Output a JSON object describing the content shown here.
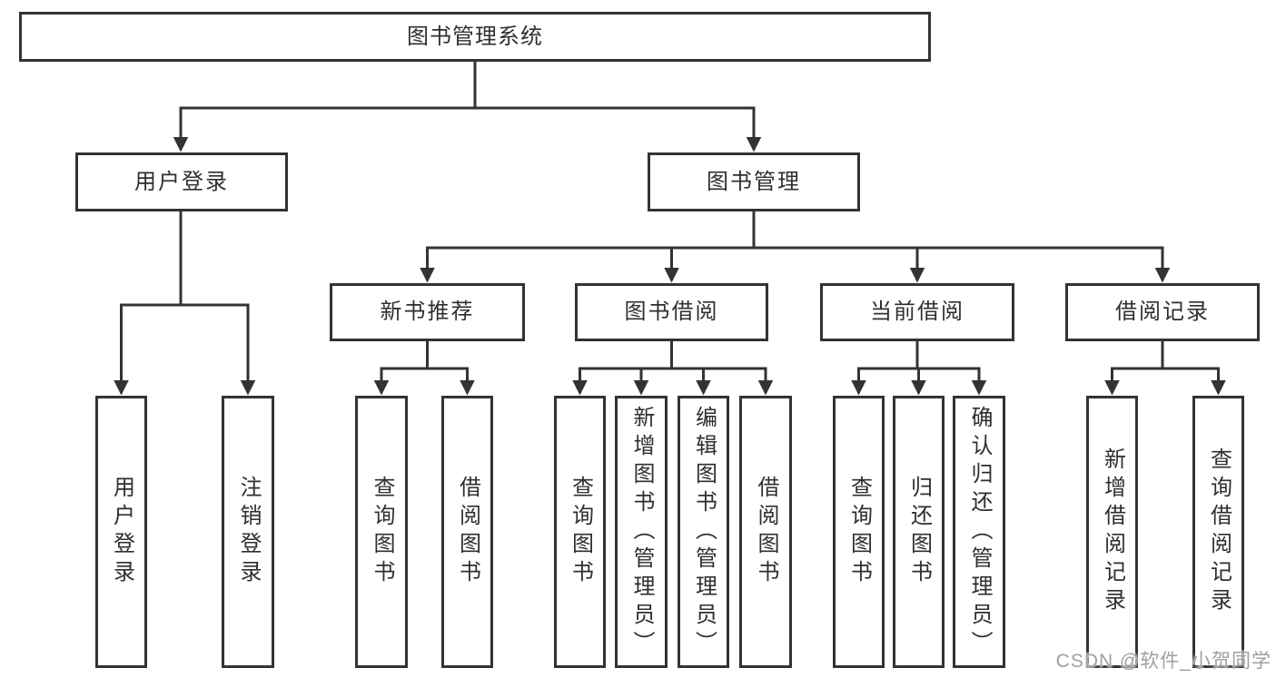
{
  "tree": {
    "root": {
      "label": "图书管理系统",
      "children": [
        {
          "label": "用户登录",
          "children": [
            {
              "label": "用户登录"
            },
            {
              "label": "注销登录"
            }
          ]
        },
        {
          "label": "图书管理",
          "children": [
            {
              "label": "新书推荐",
              "children": [
                {
                  "label": "查询图书"
                },
                {
                  "label": "借阅图书"
                }
              ]
            },
            {
              "label": "图书借阅",
              "children": [
                {
                  "label": "查询图书"
                },
                {
                  "label": "新增图书（管理员）"
                },
                {
                  "label": "编辑图书（管理员）"
                },
                {
                  "label": "借阅图书"
                }
              ]
            },
            {
              "label": "当前借阅",
              "children": [
                {
                  "label": "查询图书"
                },
                {
                  "label": "归还图书"
                },
                {
                  "label": "确认归还（管理员）"
                }
              ]
            },
            {
              "label": "借阅记录",
              "children": [
                {
                  "label": "新增借阅记录"
                },
                {
                  "label": "查询借阅记录"
                }
              ]
            }
          ]
        }
      ]
    }
  },
  "watermark": {
    "text": "CSDN @软件_小贺同学"
  },
  "colors": {
    "line": "#333333",
    "text": "#2f2f2f",
    "box_background": "#ffffff",
    "page_background": "#ffffff",
    "watermark": "#a0a0a0"
  }
}
